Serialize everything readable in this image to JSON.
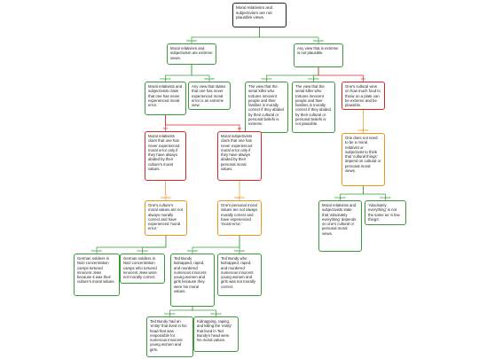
{
  "colors": {
    "supports": "#3a9a3a",
    "opposes": "#d62a2a",
    "rebuttal": "#e8961a",
    "claim": "#222222"
  },
  "tags": {
    "supports": "because",
    "opposes": "but",
    "rebuttal": "however"
  },
  "nodes": {
    "n1": "Moral relativism and subjectivism are not plausible views.",
    "n2": "Moral relativism and subjectivism are extreme views.",
    "n3": "Any view that is extreme is not plausible.",
    "n4": "Moral relativists and subjectivists claim that one has never experienced moral error.",
    "n5": "Any view that states that one has never experienced moral error is an extreme view.",
    "n6": "The view that the serial killer who tortures innocent people and their families is morally correct if they abided by their cultural or personal beliefs is extreme.",
    "n7": "The view that the serial killer who tortures innocent people and their families is morally correct if they abided by their cultural or personal beliefs is not plausible.",
    "n8": "One's cultural view on how much food to throw on a plate can be extreme and be plausible.",
    "n9": "Moral relativists claim that one has never experienced moral error only if they have always abided by their culture's moral values.",
    "n10": "Moral subjectivists claim that one has never experienced moral error only if they have always abided by their personal moral values.",
    "n11": "One does not need to be a moral relativist or subjectivist to think that 'cultural things' depend on cultural or personal moral views.",
    "n12": "One's culture's moral values are not always morally correct and have experienced 'moral error.'",
    "n13": "One's personal moral values are not always morally correct and have experienced 'moral error.'",
    "n14": "Moral relativists and subjectivists state that 'absolutely everything' depends on one's cultural or personal moral views.",
    "n15": "'Absolutely everything' is not the same as 'a few things'.",
    "n16": "German soldiers in Nazi concentration camps tortured innocent Jews because it was their culture's moral values.",
    "n17": "German soldiers in Nazi concentration camps who tortured innocent Jews were not morally correct.",
    "n18": "Ted Bundy kidnapped, raped, and murdered numerous innocent young women and girls because they were his moral values.",
    "n19": "Ted Bundy who kidnapped, raped, and murdered numerous innocent young women and girls was not morally correct.",
    "n20": "Ted Bundy had an 'entity' that lived in his head that was responsible for numerous innocent young women and girls.",
    "n21": "Kidnapping, raping, and killing the 'entity' that lived in Ted Bundy's head were his moral values."
  }
}
